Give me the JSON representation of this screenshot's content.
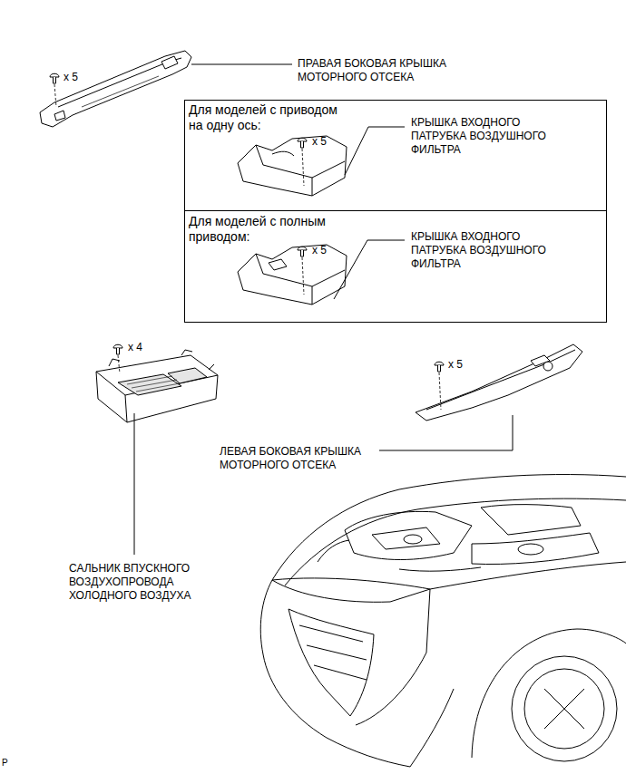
{
  "diagram": {
    "nodes": [
      {
        "text": [
          "Для моделей с приводом на одну ось:",
          "КРЫШКА ВХОДНОГО ПАТРУБКА ВОЗДУШНОГО ФИЛЬТРА",
          "x 5"
        ]
      },
      {
        "text": [
          "Для моделей с полным приводом:",
          "КРЫШКА ВХОДНОГО ПАТРУБКА ВОЗДУШНОГО ФИЛЬТРА",
          "x 5"
        ]
      }
    ],
    "labels": [
      "x 5",
      "ПРАВАЯ БОКОВАЯ КРЫШКА МОТОРНОГО ОТСЕКА",
      "x 4",
      "САЛЬНИК ВПУСКНОГО ВОЗДУХОПРОВОДА ХОЛОДНОГО ВОЗДУХА",
      "x 5",
      "ЛЕВАЯ БОКОВАЯ КРЫШКА МОТОРНОГО ОТСЕКА",
      "P"
    ]
  }
}
